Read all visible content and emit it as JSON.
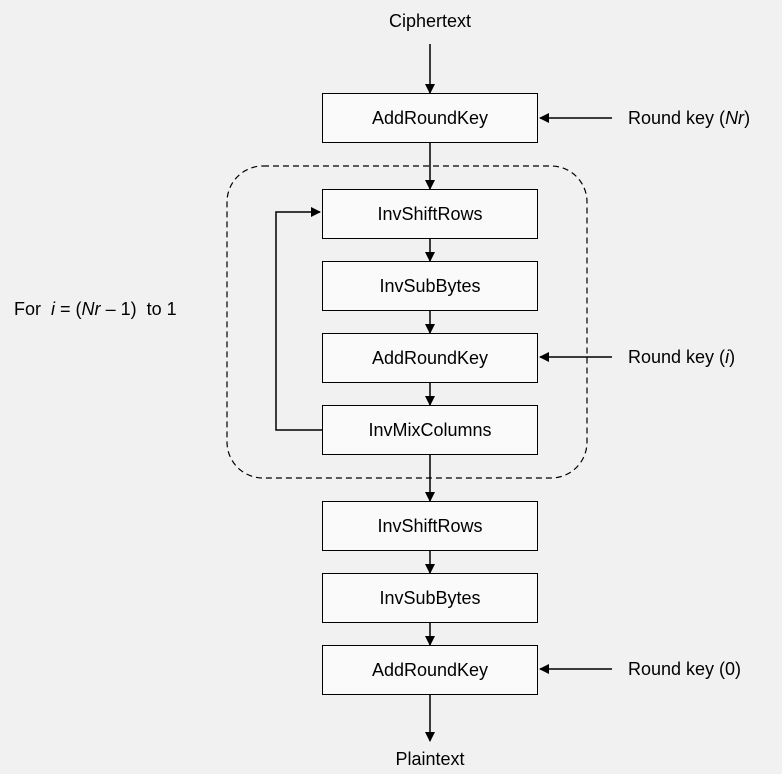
{
  "input_label": "Ciphertext",
  "output_label": "Plaintext",
  "steps": [
    "AddRoundKey",
    "InvShiftRows",
    "InvSubBytes",
    "AddRoundKey",
    "InvMixColumns",
    "InvShiftRows",
    "InvSubBytes",
    "AddRoundKey"
  ],
  "round_keys": {
    "first": {
      "prefix": "Round key (",
      "var": "Nr",
      "suffix": ")"
    },
    "loop": {
      "prefix": "Round key (",
      "var": "i",
      "suffix": ")"
    },
    "last": {
      "text": "Round key (0)"
    }
  },
  "loop_label": {
    "prefix": "For",
    "var": "i",
    "eq": "= (",
    "var2": "Nr",
    "expr": "– 1)",
    "range": "to 1"
  }
}
